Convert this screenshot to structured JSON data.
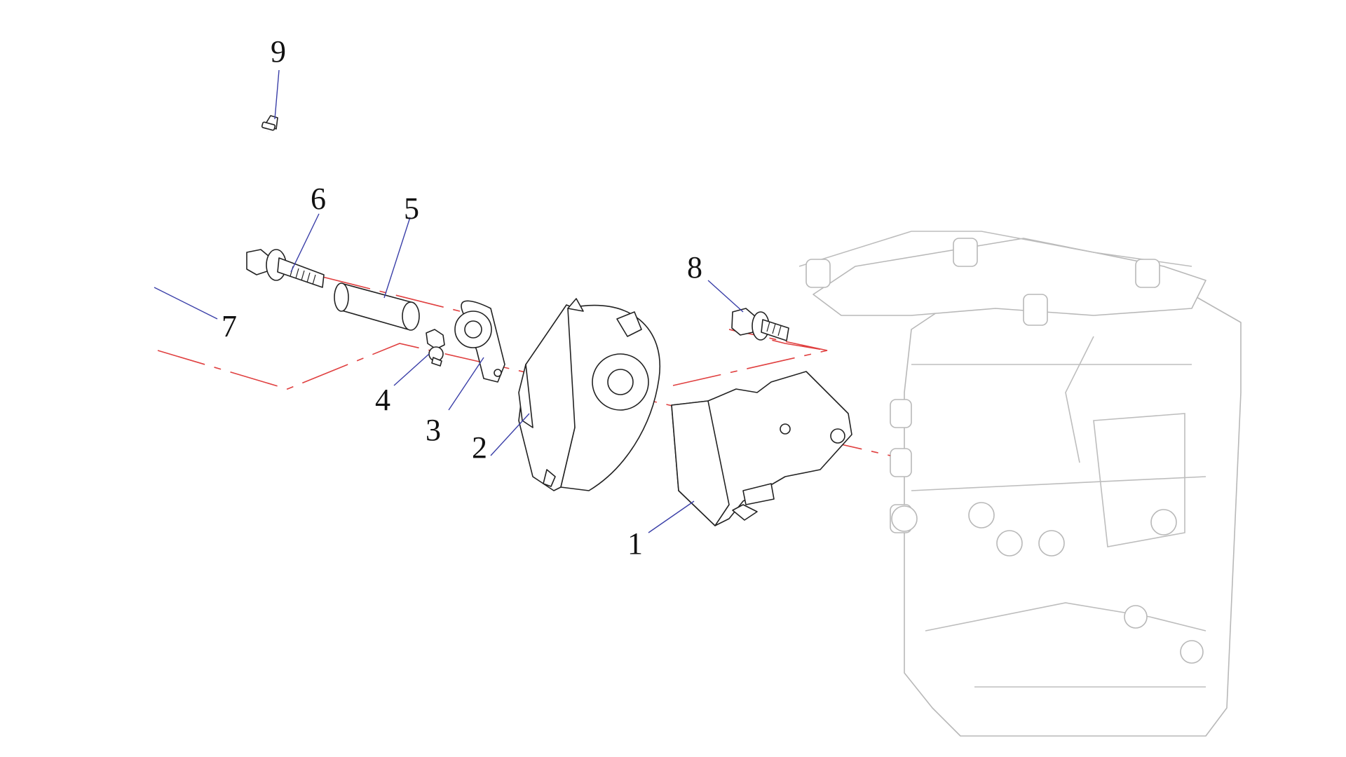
{
  "callouts": {
    "part_1": "1",
    "part_2": "2",
    "part_3": "3",
    "part_4": "4",
    "part_5": "5",
    "part_6": "6",
    "part_7": "7",
    "part_8": "8",
    "part_9": "9"
  },
  "colors": {
    "outline": "#222222",
    "ghost_outline": "#b8b8b8",
    "leader_line": "#3a3fa8",
    "center_line": "#e04040",
    "background": "#ffffff"
  }
}
